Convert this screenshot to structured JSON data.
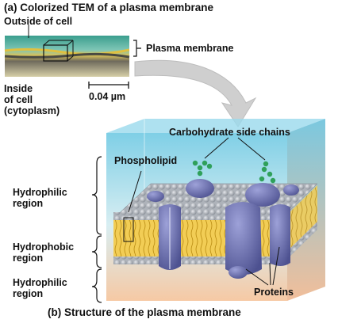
{
  "panel_a": {
    "title": "(a) Colorized TEM of a plasma membrane",
    "outside_label": "Outside of cell",
    "membrane_label": "Plasma membrane",
    "inside_label": "Inside\nof cell\n(cytoplasm)",
    "scale_label": "0.04 µm"
  },
  "panel_b": {
    "title": "(b) Structure of the plasma membrane",
    "carbohydrate_label": "Carbohydrate side chains",
    "phospholipid_label": "Phospholipid",
    "hydrophilic_top_label": "Hydrophilic\nregion",
    "hydrophobic_label": "Hydrophobic\nregion",
    "hydrophilic_bottom_label": "Hydrophilic\nregion",
    "proteins_label": "Proteins"
  },
  "colors": {
    "box_top": "#7fcfe6",
    "box_bottom": "#f6c9a4",
    "lipid_head": "#9aa0a8",
    "lipid_tail": "#e8b830",
    "protein": "#5b5f9e",
    "carbohydrate": "#2fa05a",
    "arrow": "#c8c8c8"
  }
}
